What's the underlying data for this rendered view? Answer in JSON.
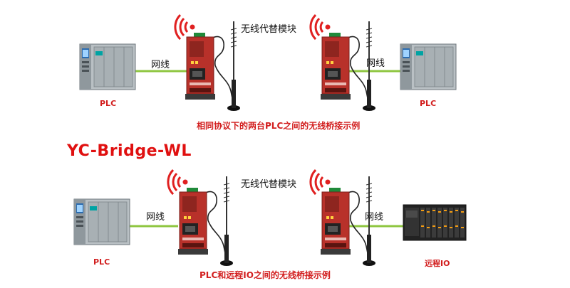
{
  "brand": {
    "title": "YC-Bridge-WL"
  },
  "top": {
    "wireless_label": "无线代替模块",
    "cable_left": "网线",
    "cable_right": "网线",
    "device_left": "PLC",
    "device_right": "PLC",
    "caption": "相同协议下的两台PLC之间的无线桥接示例"
  },
  "bottom": {
    "wireless_label": "无线代替模块",
    "cable_left": "网线",
    "cable_right": "网线",
    "device_left": "PLC",
    "device_right": "远程IO",
    "caption": "PLC和远程IO之间的无线桥接示例"
  },
  "colors": {
    "cable": "#8ec63f",
    "module_red": "#c0392b",
    "signal": "#e02020",
    "plc_body": "#9aa3a8",
    "text_red": "#d21e1e"
  },
  "icons": [
    "wifi-signal-icon",
    "antenna-icon",
    "plc-icon",
    "bridge-module-icon",
    "remote-io-icon"
  ]
}
